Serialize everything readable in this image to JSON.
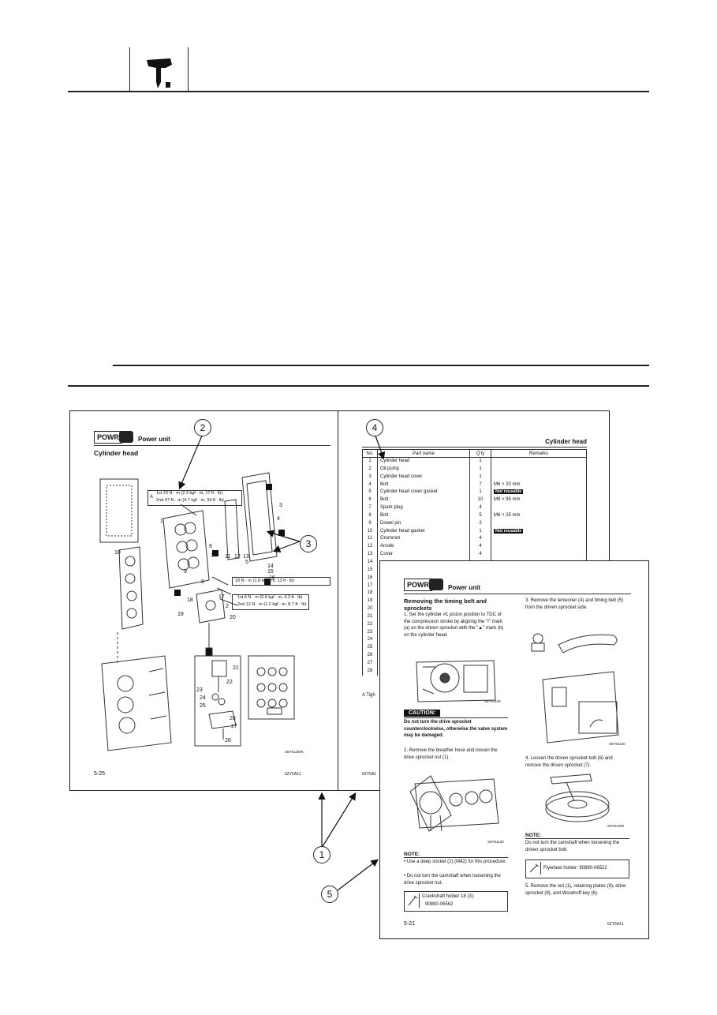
{
  "header": {
    "icon": "outboard-motor-icon"
  },
  "left_page": {
    "tag": "POWR",
    "title": "Power unit",
    "section": "Cylinder head",
    "torque1": {
      "letter": "A",
      "rows": [
        "1st  23 N · m (2.3 kgf · m, 17 ft · lb)",
        "2nd  47 N · m (4.7 kgf · m, 34 ft · lb)"
      ]
    },
    "torque2": "18 N · m (1.8 kgf · m, 13 ft · lb)",
    "torque3": {
      "rows": [
        "1st  6 N · m (0.6 kgf · m, 4.3 ft · lb)",
        "2nd  12 N · m (1.2 kgf · m, 8.7 ft · lb)"
      ]
    },
    "part_numbers": [
      "1",
      "2",
      "3",
      "4",
      "5",
      "6",
      "7",
      "8",
      "9",
      "10",
      "11",
      "12",
      "13",
      "14",
      "15",
      "16",
      "17",
      "18",
      "19",
      "20",
      "21",
      "22",
      "23",
      "24",
      "25",
      "26",
      "27",
      "28"
    ],
    "image_code": "S6Y51240K",
    "page_num": "5-25",
    "manual_code": "6ZY5A11"
  },
  "right_page": {
    "title": "Cylinder head",
    "columns": [
      "No.",
      "Part name",
      "Q'ty",
      "Remarks"
    ],
    "rows": [
      [
        "1",
        "Cylinder head",
        "1",
        ""
      ],
      [
        "2",
        "Oil pump",
        "1",
        ""
      ],
      [
        "3",
        "Cylinder head cover",
        "1",
        ""
      ],
      [
        "4",
        "Bolt",
        "7",
        "M6 × 20 mm"
      ],
      [
        "5",
        "Cylinder head cover gasket",
        "1",
        "Not reusable"
      ],
      [
        "6",
        "Bolt",
        "10",
        "M9 × 95 mm"
      ],
      [
        "7",
        "Spark plug",
        "4",
        ""
      ],
      [
        "8",
        "Bolt",
        "5",
        "M6 × 25 mm"
      ],
      [
        "9",
        "Dowel pin",
        "2",
        ""
      ],
      [
        "10",
        "Cylinder head gasket",
        "1",
        "Not reusable"
      ],
      [
        "11",
        "Grommet",
        "4",
        ""
      ],
      [
        "12",
        "Anode",
        "4",
        ""
      ],
      [
        "13",
        "Cover",
        "4",
        ""
      ],
      [
        "14",
        "",
        "",
        ""
      ],
      [
        "15",
        "",
        "",
        ""
      ],
      [
        "16",
        "",
        "",
        ""
      ],
      [
        "17",
        "",
        "",
        ""
      ],
      [
        "18",
        "",
        "",
        ""
      ],
      [
        "19",
        "",
        "",
        ""
      ],
      [
        "20",
        "",
        "",
        ""
      ],
      [
        "21",
        "",
        "",
        ""
      ],
      [
        "22",
        "",
        "",
        ""
      ],
      [
        "23",
        "",
        "",
        ""
      ],
      [
        "24",
        "",
        "",
        ""
      ],
      [
        "25",
        "",
        "",
        ""
      ],
      [
        "26",
        "",
        "",
        ""
      ],
      [
        "27",
        "",
        "",
        ""
      ],
      [
        "28",
        "",
        "",
        ""
      ]
    ],
    "footnote": "A  Tigh",
    "manual_code": "6ZY5A1"
  },
  "front_page": {
    "tag": "POWR",
    "title": "Power unit",
    "section": "Removing the timing belt and sprockets",
    "step1": "1.  Set the cylinder #1 piston position to TDC of the compression stroke by aligning the \"I\" mark (a) on the driven sprocket with the \"▲\" mark (b) on the cylinder head.",
    "img1_code": "S6Y51126",
    "caution_label": "CAUTION:",
    "caution_text": "Do not turn the drive sprocket counterclockwise, otherwise the valve system may be damaged.",
    "step2": "2.  Remove the breather hose and loosen the drive sprocket nut (1).",
    "img2_code": "S6Y51130",
    "note_label": "NOTE:",
    "note_items": [
      "•  Use a deep socket (2) (M42) for this procedure.",
      "•  Do not turn the camshaft when loosening the drive sprocket nut."
    ],
    "tool1": "Crankshaft holder 18 (3):",
    "tool1_code": "90890-06562",
    "page_num": "5-21",
    "step3": "3.  Remove the tensioner (4) and timing belt (5) from the driven sprocket side.",
    "img3_code": "S6Y51140",
    "step4": "4.  Loosen the driven sprocket bolt (6) and remove the driven sprocket (7).",
    "img4_code": "S6Y51300",
    "note2_label": "NOTE:",
    "note2_text": "Do not turn the camshaft when loosening the driven sprocket bolt.",
    "tool2": "Flywheel holder: 90890-06522",
    "step5": "5.  Remove the nut (1), retaining plates (8), drive sprocket (9), and Woodruff key (6).",
    "manual_code": "6ZY5A11"
  },
  "callouts": [
    "1",
    "2",
    "3",
    "4",
    "5"
  ]
}
